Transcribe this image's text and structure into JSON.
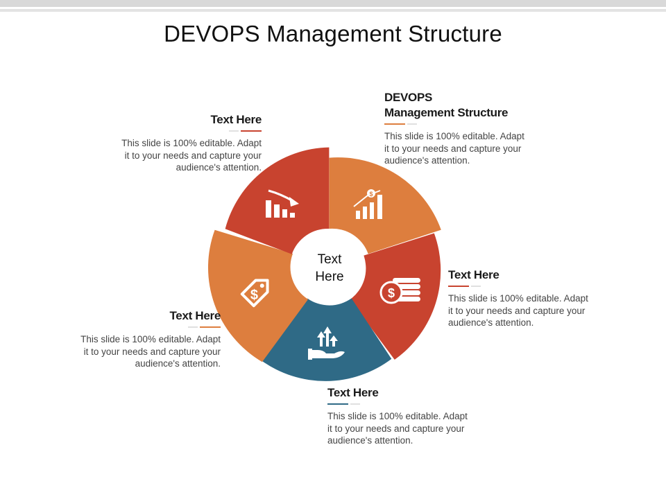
{
  "page": {
    "title": "DEVOPS Management Structure"
  },
  "center": {
    "label": "Text\nHere"
  },
  "colors": {
    "red": "#c8432f",
    "orange": "#dd7e3e",
    "teal": "#2f6a86",
    "rule_red": "#c8432f",
    "rule_orange": "#dd7e3e",
    "rule_teal": "#2f6a86"
  },
  "segments": [
    {
      "name": "top-right",
      "color": "orange",
      "icon": "bar-chart-dollar-icon"
    },
    {
      "name": "right",
      "color": "red",
      "icon": "coins-dollar-icon"
    },
    {
      "name": "bottom",
      "color": "teal",
      "icon": "hand-arrows-icon"
    },
    {
      "name": "left",
      "color": "orange",
      "icon": "price-tag-icon"
    },
    {
      "name": "top-left",
      "color": "red",
      "icon": "declining-chart-icon"
    }
  ],
  "blocks": {
    "top_right": {
      "heading": "DEVOPS\nManagement Structure",
      "body": "This slide is 100% editable. Adapt\nit to your needs and capture your\naudience's attention."
    },
    "right": {
      "heading": "Text Here",
      "body": "This slide is 100% editable. Adapt\nit to your needs and capture your\naudience's attention."
    },
    "bottom": {
      "heading": "Text Here",
      "body": "This slide is 100% editable. Adapt\nit to your needs and capture your\naudience's attention."
    },
    "left": {
      "heading": "Text Here",
      "body": "This slide is 100% editable. Adapt\nit to your needs and capture your\naudience's attention."
    },
    "top_left": {
      "heading": "Text Here",
      "body": "This slide is 100% editable. Adapt\nit to your needs and capture your\naudience's attention."
    }
  }
}
